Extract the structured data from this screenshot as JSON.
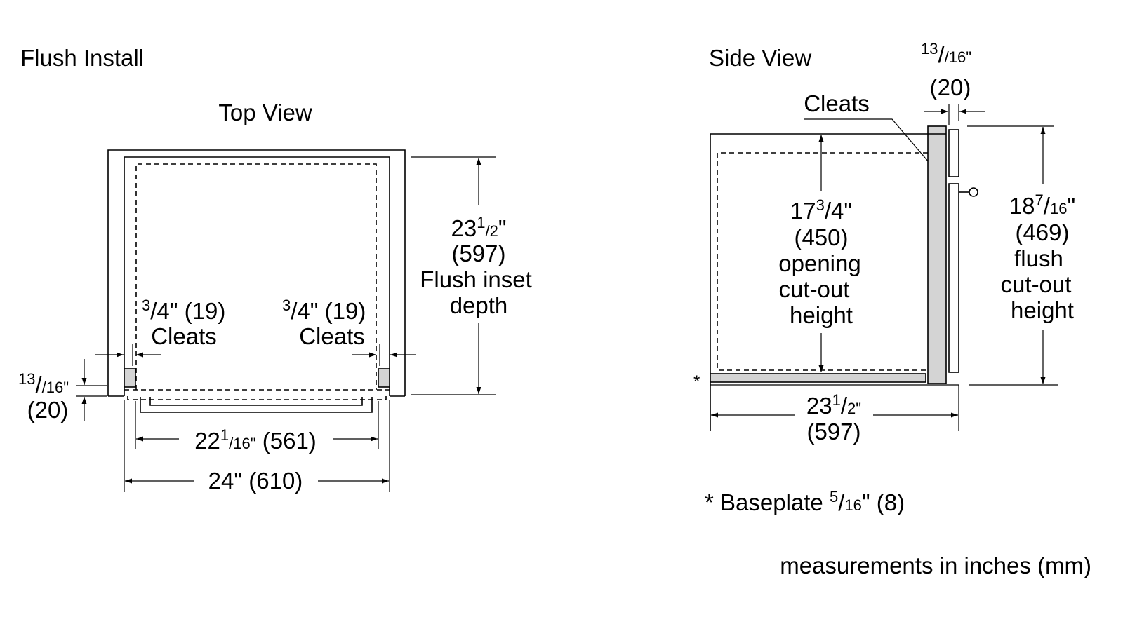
{
  "colors": {
    "line": "#000000",
    "fill_gray": "#d4d4d4",
    "background": "#ffffff"
  },
  "top": {
    "heading": "Flush Install",
    "subheading": "Top View",
    "depth": {
      "whole": "23",
      "num": "1",
      "den": "2",
      "mm": "(597)",
      "line1": "Flush inset",
      "line2": "depth"
    },
    "cleat_left": {
      "num": "3",
      "rest": "/4\" (19)",
      "label": "Cleats"
    },
    "cleat_right": {
      "num": "3",
      "rest": "/4\" (19)",
      "label": "Cleats"
    },
    "lip": {
      "num": "13",
      "den": "/16\"",
      "mm": "(20)"
    },
    "inner_width": {
      "whole": "22",
      "num": "1",
      "den": "/16\"",
      "mm": " (561)"
    },
    "outer_width": "24\" (610)"
  },
  "side": {
    "heading": "Side View",
    "cleats_label": "Cleats",
    "top_gap": {
      "num": "13",
      "den": "/16\"",
      "mm": "(20)"
    },
    "opening": {
      "whole": "17",
      "num": "3",
      "den": "/4\"",
      "mm": "(450)",
      "line1": "opening",
      "line2": "cut-out",
      "line3": "height"
    },
    "flush": {
      "whole": "18",
      "num": "7",
      "den": "/16\"",
      "mm": "(469)",
      "line1": "flush",
      "line2": "cut-out",
      "line3": "height"
    },
    "depth": {
      "whole": "23",
      "num": "1",
      "den": "2\"",
      "mm": "(597)"
    },
    "asterisk": "*"
  },
  "footnote": {
    "prefix": "* Baseplate ",
    "num": "5",
    "den": "/16\"",
    "mm": " (8)"
  },
  "units_note": "measurements in inches (mm)"
}
